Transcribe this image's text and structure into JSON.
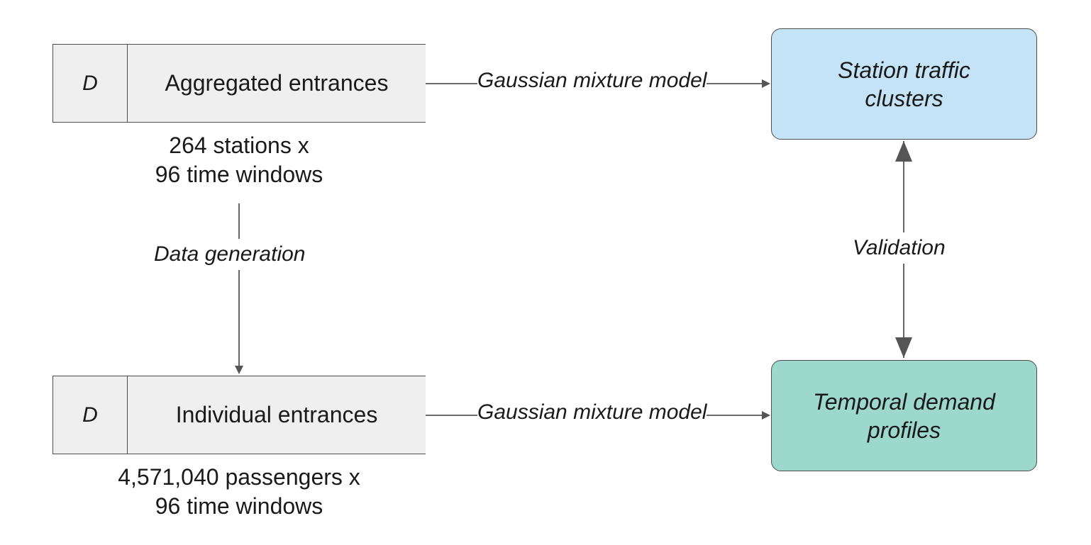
{
  "nodes": {
    "aggregated": {
      "id_letter": "D",
      "label": "Aggregated entrances",
      "dims_line1": "264 stations x",
      "dims_line2": "96 time windows"
    },
    "individual": {
      "id_letter": "D",
      "label": "Individual entrances",
      "dims_line1": "4,571,040 passengers x",
      "dims_line2": "96 time windows"
    },
    "clusters": {
      "line1": "Station traffic",
      "line2": "clusters",
      "fill": "#c5e3f6"
    },
    "profiles": {
      "line1": "Temporal demand",
      "line2": "profiles",
      "fill": "#9dd8cc"
    }
  },
  "edges": {
    "gmm_top": "Gaussian mixture model",
    "gmm_bottom": "Gaussian mixture model",
    "data_generation": "Data generation",
    "validation": "Validation"
  },
  "colors": {
    "line": "#555555",
    "border": "#4d4d4d",
    "store_fill": "#efefef"
  }
}
